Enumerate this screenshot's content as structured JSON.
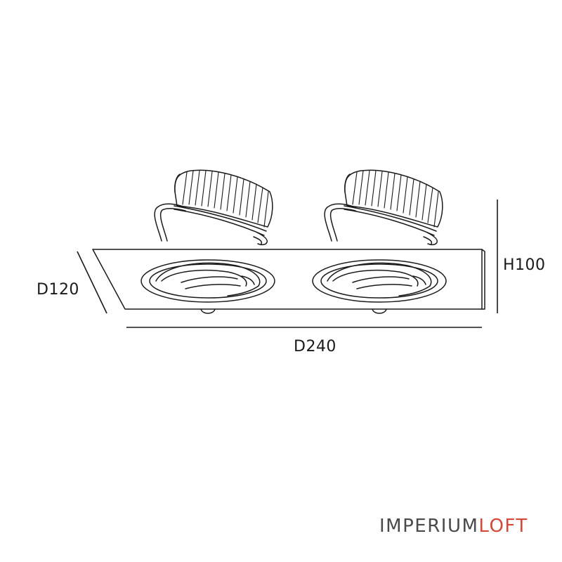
{
  "dimensions": {
    "depth_label": "D120",
    "width_label": "D240",
    "height_label": "H100"
  },
  "brand": {
    "name_part1": "IMPERIUM",
    "name_part2": "LOFT",
    "accent_color": "#d2493a",
    "text_color": "#4a4a4a"
  }
}
